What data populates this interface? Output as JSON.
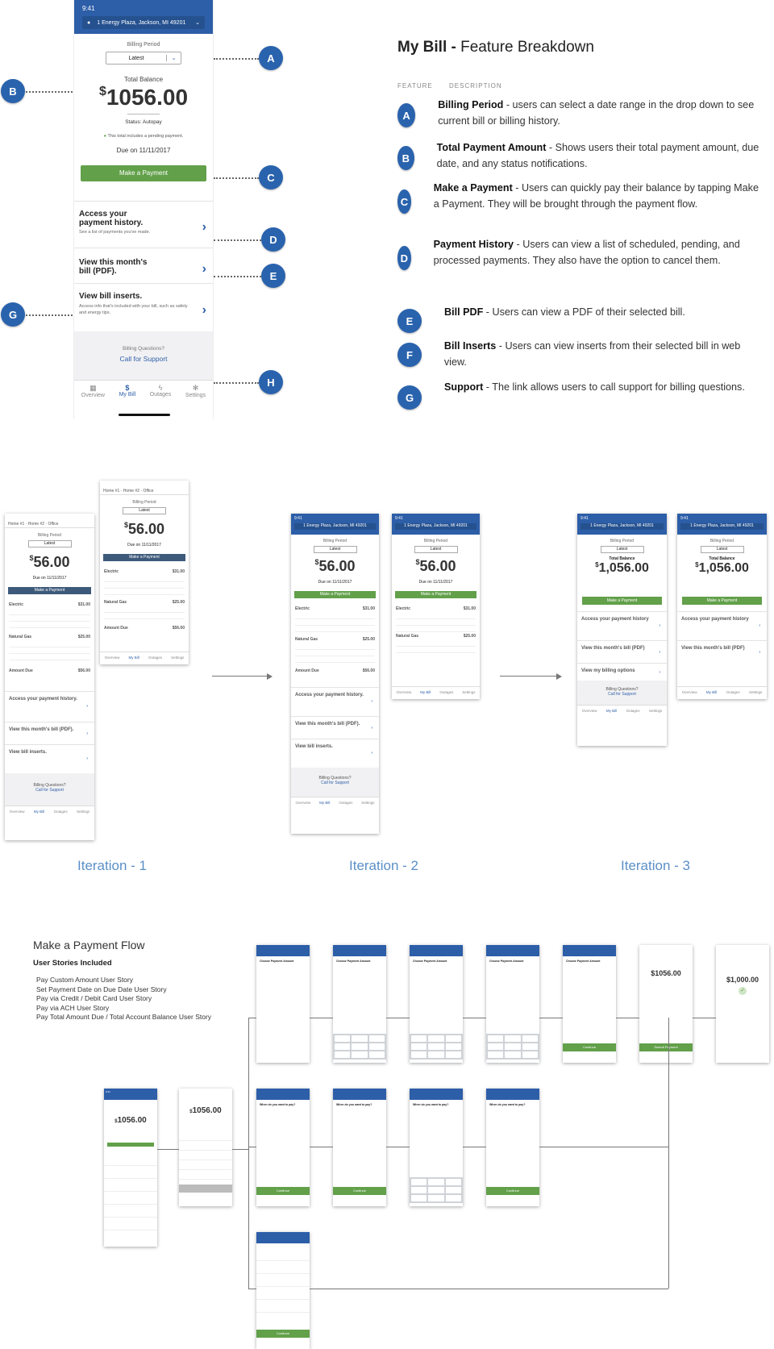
{
  "hero": {
    "time": "9:41",
    "address": "1 Energy Plaza, Jackson, MI 49201",
    "billing_period_label": "Billing Period",
    "billing_period_value": "Latest",
    "total_balance_label": "Total Balance",
    "currency": "$",
    "amount": "1056.00",
    "status": "Status: Autopay",
    "pending": "This total includes a pending payment.",
    "due": "Due on 11/11/2017",
    "pay_button": "Make a Payment",
    "rows": [
      {
        "title": "Access your payment history.",
        "sub": "See a list of payments you've made."
      },
      {
        "title": "View this month's bill (PDF).",
        "sub": ""
      },
      {
        "title": "View bill inserts.",
        "sub": "Access info that's included with your bill, such as safety and energy tips."
      }
    ],
    "questions": "Billing Questions?",
    "call": "Call for Support",
    "nav": [
      "Overview",
      "My Bill",
      "Outages",
      "Settings"
    ]
  },
  "callouts": [
    "A",
    "B",
    "C",
    "D",
    "E",
    "G",
    "H"
  ],
  "breakdown": {
    "title_bold": "My Bill -",
    "title_rest": " Feature Breakdown",
    "col_feature": "FEATURE",
    "col_description": "DESCRIPTION",
    "features": [
      {
        "letter": "A",
        "name": "Billing Period",
        "desc": " - users can select a date range in the drop down to  see current bill or billing history."
      },
      {
        "letter": "B",
        "name": "Total Payment Amount",
        "desc": " - Shows users their total payment amount, due date, and any status notifications."
      },
      {
        "letter": "C",
        "name": "Make a Payment",
        "desc": " - Users can quickly pay their balance  by  tapping Make a Payment. They will be brought through the  payment flow."
      },
      {
        "letter": "D",
        "name": "Payment History",
        "desc": " - Users can view a list of scheduled, pending, and  processed payments. They also have the option to cancel them."
      },
      {
        "letter": "E",
        "name": "Bill PDF",
        "desc": " - Users can view a PDF of their selected bill."
      },
      {
        "letter": "F",
        "name": "Bill Inserts",
        "desc": " - Users can view inserts from their selected bill in web view."
      },
      {
        "letter": "G",
        "name": "Support",
        "desc": " - The link allows users to call support for billing questions."
      }
    ]
  },
  "iterations": {
    "labels": [
      "Iteration - 1",
      "Iteration - 2",
      "Iteration - 3"
    ],
    "amount_small": "56.00",
    "amount_large": "1,056.00",
    "due_small": "Due on 11/11/2017",
    "electric": "Electric",
    "electric_amt": "$31.00",
    "gas": "Natural Gas",
    "gas_amt": "$25.00",
    "amount_due": "Amount Due",
    "amount_due_val": "$56.00",
    "billing_options": "View my billing options",
    "payment_history": "Access your payment history",
    "view_pdf": "View this month's bill (PDF)"
  },
  "flow": {
    "title": "Make a Payment Flow",
    "stories_title": "User Stories Included",
    "stories": [
      "Pay Custom Amount User Story",
      "Set Payment Date on Due Date User Story",
      "Pay via Credit / Debit Card User Story",
      "Pay via ACH User Story",
      "Pay Total Amount Due / Total Account Balance User Story"
    ],
    "screen_amount_title": "Choose Payment Amount",
    "screen_date_title": "When do you want to pay?",
    "continue": "Continue",
    "submit": "Submit Payment",
    "confirm_amount": "$1056.00",
    "done_amount": "$1,000.00",
    "left_amount": "1056.00"
  },
  "colors": {
    "brand_blue": "#2d5ea8",
    "green": "#62a04a",
    "navy": "#3e5a7a"
  }
}
